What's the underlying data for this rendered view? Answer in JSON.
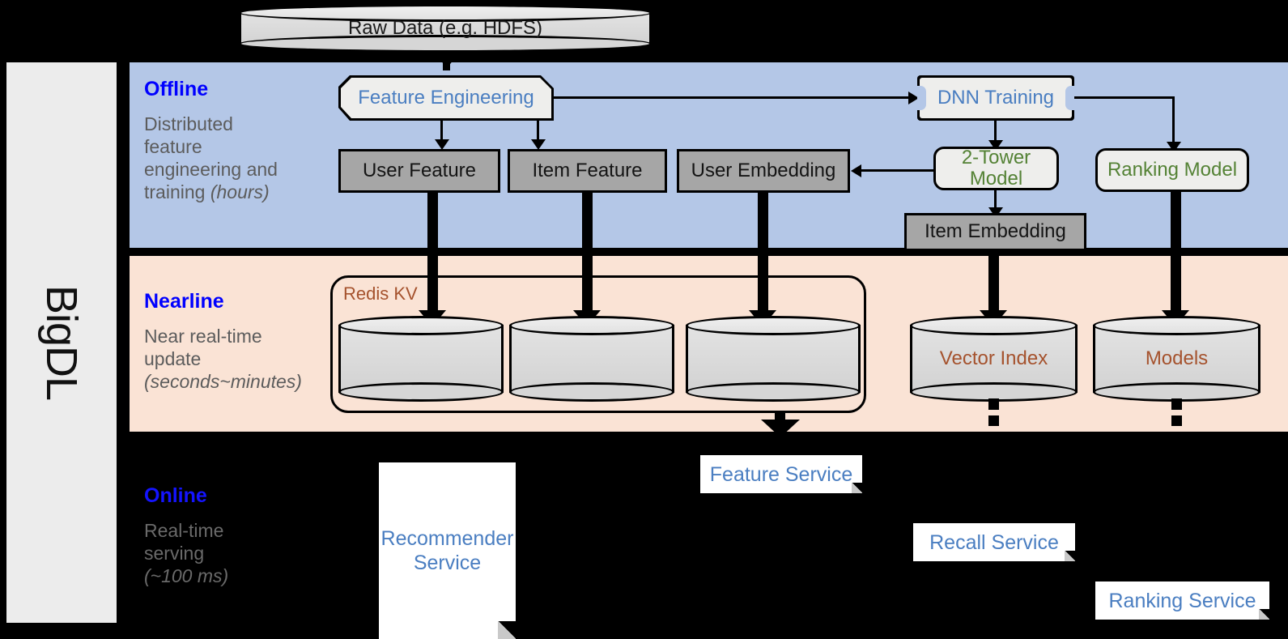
{
  "colors": {
    "offline_band": "#b4c7e7",
    "nearline_band": "#fae3d5",
    "online_band": "#000000",
    "title_blue": "#0000ff",
    "node_blue": "#4a7ec1",
    "model_green": "#548235",
    "redis_brown": "#a5522d",
    "gray_box": "#a6a6a6",
    "sidebar_bg": "#ececec"
  },
  "sidebar": {
    "label": "BigDL"
  },
  "source": {
    "raw_data": "Raw Data (e.g. HDFS)"
  },
  "bands": {
    "offline": {
      "title": "Offline",
      "desc_line1": "Distributed",
      "desc_line2": "feature",
      "desc_line3": "engineering and",
      "desc_line4": "training ",
      "desc_italic": "(hours)"
    },
    "nearline": {
      "title": "Nearline",
      "desc_line1": "Near real-time",
      "desc_line2": "update",
      "desc_italic": "(seconds~minutes)"
    },
    "online": {
      "title": "Online",
      "desc_line1": "Real-time",
      "desc_line2": "serving",
      "desc_italic": "(~100 ms)"
    }
  },
  "offline_nodes": {
    "feature_engineering": "Feature Engineering",
    "dnn_training": "DNN Training",
    "user_feature": "User Feature",
    "item_feature": "Item Feature",
    "user_embedding": "User Embedding",
    "two_tower_model": "2-Tower Model",
    "ranking_model": "Ranking Model",
    "item_embedding": "Item Embedding"
  },
  "nearline_nodes": {
    "redis_kv": "Redis KV",
    "store_1": "",
    "store_2": "",
    "store_3": "",
    "vector_index": "Vector Index",
    "models": "Models"
  },
  "online_nodes": {
    "recommender_service_l1": "Recommender",
    "recommender_service_l2": "Service",
    "feature_service": "Feature Service",
    "recall_service": "Recall Service",
    "ranking_service": "Ranking Service"
  }
}
